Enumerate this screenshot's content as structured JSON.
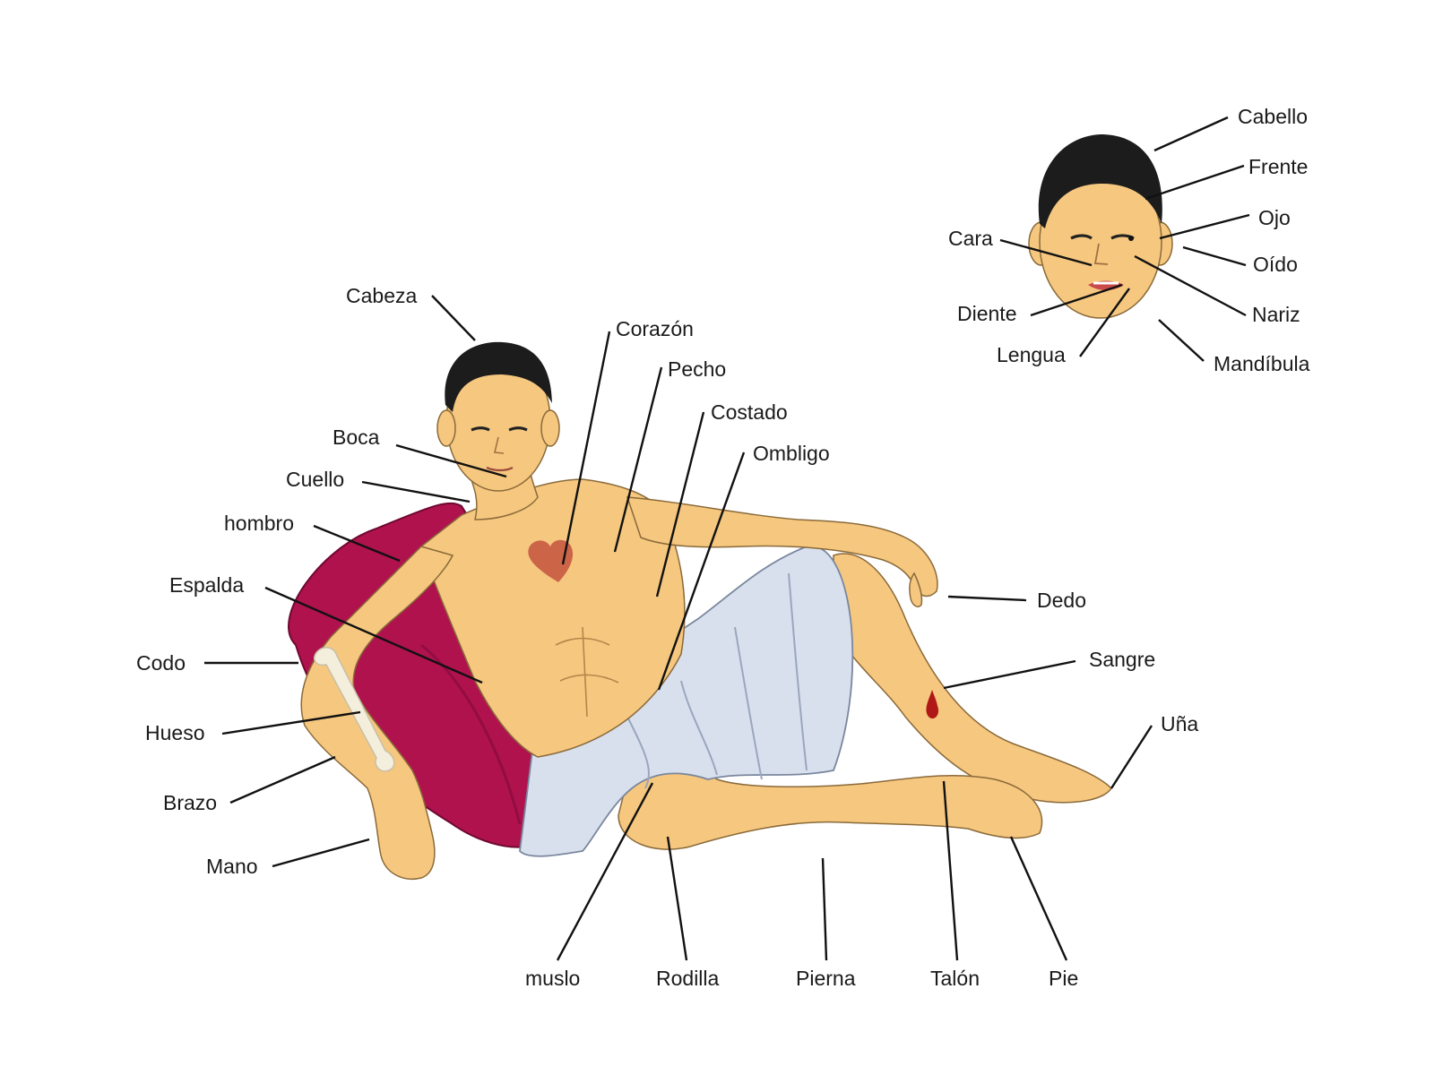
{
  "labels": {
    "body": {
      "cabeza": "Cabeza",
      "corazon": "Corazón",
      "pecho": "Pecho",
      "costado": "Costado",
      "ombligo": "Ombligo",
      "boca": "Boca",
      "cuello": "Cuello",
      "hombro": "hombro",
      "espalda": "Espalda",
      "codo": "Codo",
      "hueso": "Hueso",
      "brazo": "Brazo",
      "mano": "Mano",
      "dedo": "Dedo",
      "sangre": "Sangre",
      "una": "Uña",
      "muslo": "muslo",
      "rodilla": "Rodilla",
      "pierna": "Pierna",
      "talon": "Talón",
      "pie": "Pie"
    },
    "face": {
      "cabello": "Cabello",
      "frente": "Frente",
      "ojo": "Ojo",
      "oido": "Oído",
      "nariz": "Nariz",
      "mandibula": "Mandíbula",
      "cara": "Cara",
      "diente": "Diente",
      "lengua": "Lengua"
    }
  },
  "colors": {
    "skin": "#f6c77f",
    "hair": "#1c1c1c",
    "pillow": "#b0124e",
    "cloth": "#d8e0ee",
    "heart": "#c4543e",
    "blood": "#b01818",
    "bone": "#f4eedc"
  }
}
